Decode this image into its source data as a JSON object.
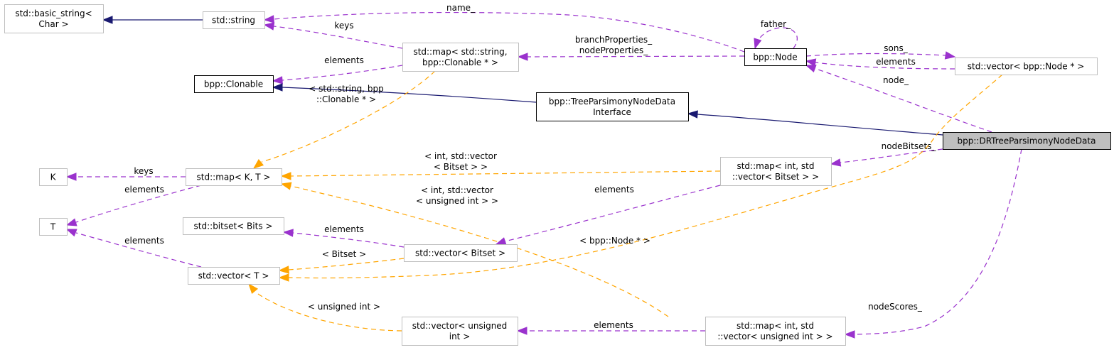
{
  "diagram": {
    "type": "doxygen-collaboration-graph",
    "focus_class": "bpp::DRTreeParsimonyNodeData",
    "nodes": [
      {
        "id": "basic_string",
        "lines": [
          "std::basic_string<",
          "Char >"
        ],
        "style": "external"
      },
      {
        "id": "string",
        "lines": [
          "std::string"
        ],
        "style": "external"
      },
      {
        "id": "map_str_clonable",
        "lines": [
          "std::map< std::string,",
          "bpp::Clonable * >"
        ],
        "style": "external"
      },
      {
        "id": "clonable",
        "lines": [
          "bpp::Clonable"
        ],
        "style": "documented"
      },
      {
        "id": "node",
        "lines": [
          "bpp::Node"
        ],
        "style": "documented"
      },
      {
        "id": "vector_node",
        "lines": [
          "std::vector< bpp::Node * >"
        ],
        "style": "external"
      },
      {
        "id": "tpnd_interface",
        "lines": [
          "bpp::TreeParsimonyNodeData",
          "Interface"
        ],
        "style": "documented"
      },
      {
        "id": "dr_tpnd",
        "lines": [
          "bpp::DRTreeParsimonyNodeData"
        ],
        "style": "focus"
      },
      {
        "id": "K",
        "lines": [
          "K"
        ],
        "style": "external"
      },
      {
        "id": "map_KT",
        "lines": [
          "std::map< K, T >"
        ],
        "style": "external"
      },
      {
        "id": "T",
        "lines": [
          "T"
        ],
        "style": "external"
      },
      {
        "id": "bitset",
        "lines": [
          "std::bitset< Bits >"
        ],
        "style": "external"
      },
      {
        "id": "map_int_vec_bitset",
        "lines": [
          "std::map< int, std",
          "::vector< Bitset > >"
        ],
        "style": "external"
      },
      {
        "id": "vector_bitset",
        "lines": [
          "std::vector< Bitset >"
        ],
        "style": "external"
      },
      {
        "id": "vector_T",
        "lines": [
          "std::vector< T >"
        ],
        "style": "external"
      },
      {
        "id": "vector_uint",
        "lines": [
          "std::vector< unsigned",
          "int >"
        ],
        "style": "external"
      },
      {
        "id": "map_int_vec_uint",
        "lines": [
          "std::map< int, std",
          "::vector< unsigned int > >"
        ],
        "style": "external"
      }
    ],
    "edges": [
      {
        "from": "string",
        "to": "basic_string",
        "kind": "inherit",
        "label": []
      },
      {
        "from": "node",
        "to": "string",
        "kind": "usage",
        "label": [
          "name_"
        ]
      },
      {
        "from": "map_str_clonable",
        "to": "string",
        "kind": "usage",
        "label": [
          "keys"
        ]
      },
      {
        "from": "map_str_clonable",
        "to": "clonable",
        "kind": "usage",
        "label": [
          "elements"
        ]
      },
      {
        "from": "node",
        "to": "map_str_clonable",
        "kind": "usage",
        "label": [
          "branchProperties_",
          "nodeProperties_"
        ]
      },
      {
        "from": "node",
        "to": "node",
        "kind": "usage",
        "label": [
          "father_"
        ]
      },
      {
        "from": "node",
        "to": "vector_node",
        "kind": "usage",
        "label": [
          "sons_"
        ]
      },
      {
        "from": "vector_node",
        "to": "node",
        "kind": "usage",
        "label": [
          "elements"
        ]
      },
      {
        "from": "dr_tpnd",
        "to": "node",
        "kind": "usage",
        "label": [
          "node_"
        ]
      },
      {
        "from": "tpnd_interface",
        "to": "clonable",
        "kind": "inherit",
        "label": []
      },
      {
        "from": "dr_tpnd",
        "to": "tpnd_interface",
        "kind": "inherit",
        "label": []
      },
      {
        "from": "map_str_clonable",
        "to": "map_KT",
        "kind": "template",
        "label": [
          "< std::string, bpp",
          "::Clonable * >"
        ]
      },
      {
        "from": "map_KT",
        "to": "K",
        "kind": "usage",
        "label": [
          "keys"
        ]
      },
      {
        "from": "map_KT",
        "to": "T",
        "kind": "usage",
        "label": [
          "elements"
        ]
      },
      {
        "from": "map_int_vec_bitset",
        "to": "map_KT",
        "kind": "template",
        "label": [
          "< int, std::vector",
          "< Bitset > >"
        ]
      },
      {
        "from": "map_int_vec_uint",
        "to": "map_KT",
        "kind": "template",
        "label": [
          "< int, std::vector",
          "< unsigned int > >"
        ]
      },
      {
        "from": "dr_tpnd",
        "to": "map_int_vec_bitset",
        "kind": "usage",
        "label": [
          "nodeBitsets_"
        ]
      },
      {
        "from": "map_int_vec_bitset",
        "to": "vector_bitset",
        "kind": "usage",
        "label": [
          "elements"
        ]
      },
      {
        "from": "vector_bitset",
        "to": "bitset",
        "kind": "usage",
        "label": [
          "elements"
        ]
      },
      {
        "from": "vector_T",
        "to": "T",
        "kind": "usage",
        "label": [
          "elements"
        ]
      },
      {
        "from": "vector_bitset",
        "to": "vector_T",
        "kind": "template",
        "label": [
          "< Bitset >"
        ]
      },
      {
        "from": "vector_node",
        "to": "vector_T",
        "kind": "template",
        "label": [
          "< bpp::Node * >"
        ]
      },
      {
        "from": "vector_uint",
        "to": "vector_T",
        "kind": "template",
        "label": [
          "< unsigned int >"
        ]
      },
      {
        "from": "map_int_vec_uint",
        "to": "vector_uint",
        "kind": "usage",
        "label": [
          "elements"
        ]
      },
      {
        "from": "dr_tpnd",
        "to": "map_int_vec_uint",
        "kind": "usage",
        "label": [
          "nodeScores_"
        ]
      }
    ],
    "colors": {
      "inherit": "#191970",
      "usage": "#9a32cd",
      "template": "#ffa500",
      "focus_fill": "#bfbfbf",
      "external_border": "#bfbfbf",
      "documented_border": "#000000"
    }
  }
}
